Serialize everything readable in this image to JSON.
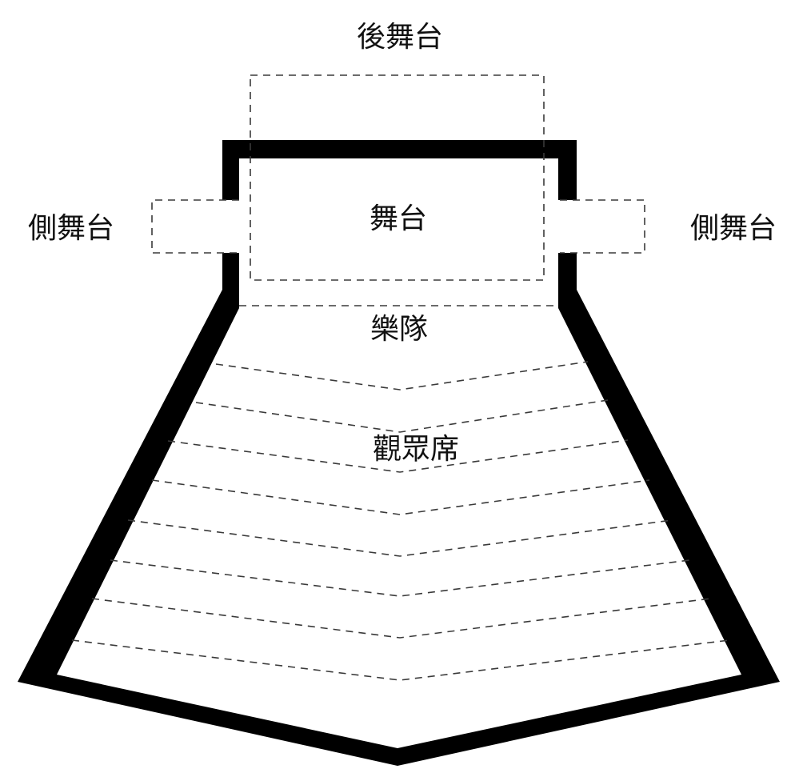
{
  "labels": {
    "back_stage": "後舞台",
    "stage": "舞台",
    "side_stage_left": "側舞台",
    "side_stage_right": "側舞台",
    "orchestra": "樂隊",
    "audience": "觀眾席"
  },
  "colors": {
    "wall": "#000000",
    "dashed_line": "#3a3a3a",
    "background": "#ffffff",
    "text": "#111111"
  }
}
